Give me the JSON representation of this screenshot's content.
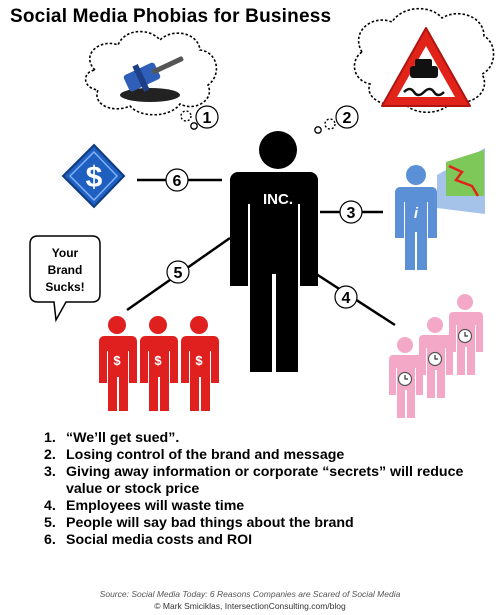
{
  "title": "Social Media Phobias for Business",
  "center_figure_label": "INC.",
  "speech_bubble": {
    "lines": [
      "Your",
      "Brand",
      "Sucks!"
    ]
  },
  "info_icon_letter": "i",
  "money_symbol": "$",
  "markers": [
    "1",
    "2",
    "3",
    "4",
    "5",
    "6"
  ],
  "list": [
    {
      "num": "1.",
      "text": "“We’ll get sued”."
    },
    {
      "num": "2.",
      "text": "Losing control of the brand and message"
    },
    {
      "num": "3.",
      "text": "Giving away information or corporate “secrets” will reduce value or stock price"
    },
    {
      "num": "4.",
      "text": "Employees will waste time"
    },
    {
      "num": "5.",
      "text": "People will say bad things about the brand"
    },
    {
      "num": "6.",
      "text": "Social media costs and ROI"
    }
  ],
  "source_line": "Source: Social Media Today: 6 Reasons Companies are Scared of Social Media",
  "credit_line": "© Mark Smiciklas, IntersectionConsulting.com/blog",
  "colors": {
    "figure_black": "#000000",
    "figure_blue": "#5b8fd6",
    "figure_red": "#e01f1f",
    "figure_pink": "#f3a8c8",
    "dollar_blue": "#1f5fc0",
    "sign_red": "#e2231a"
  }
}
